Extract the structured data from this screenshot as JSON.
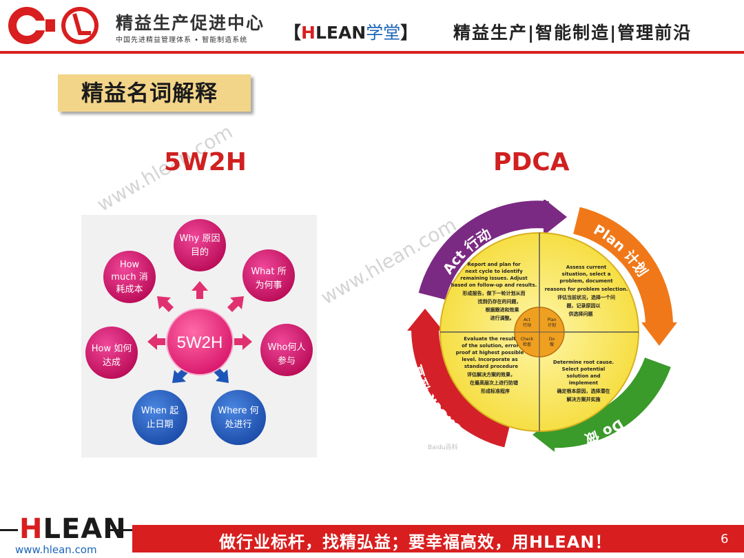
{
  "header": {
    "org_title": "精益生产促进中心",
    "org_subtitle": "中国先进精益管理体系 • 智能制造系统",
    "brand_open": "【",
    "brand_h": "H",
    "brand_rest": "LEAN",
    "brand_xt": "学堂",
    "brand_close": "】",
    "slogan_right": "精益生产|智能制造|管理前沿"
  },
  "section_tag": "精益名词解释",
  "watermark": "www.hlean.com",
  "w5h2": {
    "heading": "5W2H",
    "center": "5W2H",
    "bubbles": [
      {
        "en": "Why",
        "zh1": "原因",
        "zh2": "目的"
      },
      {
        "en": "What",
        "zh1": "所",
        "zh2": "为何事"
      },
      {
        "en": "Who",
        "zh1": "何人",
        "zh2": "参与"
      },
      {
        "en": "Where",
        "zh1": "何",
        "zh2": "处进行"
      },
      {
        "en": "When",
        "zh1": "起",
        "zh2": "止日期"
      },
      {
        "en": "How",
        "zh1": "如何",
        "zh2": "达成"
      },
      {
        "en": "How",
        "zh1": "much 消",
        "zh2": "耗成本"
      }
    ]
  },
  "pdca": {
    "heading": "PDCA",
    "arcs": {
      "act": "Act 行动",
      "plan": "Plan 计划",
      "do": "Do 做",
      "check": "Check 检查"
    },
    "quadrants": {
      "act": [
        "Report and plan for",
        "next cycle to identify",
        "remaining issues. Adjust",
        "based on follow-up and results.",
        "形成报告，做下一轮计划从而",
        "找到仍存在的问题，",
        "根据跟进和效果",
        "进行调整。"
      ],
      "plan": [
        "Assess current",
        "situation, select a",
        "problem, document",
        "reasons for problem selection.",
        "评估当前状况，选择一个问",
        "题，记录原因以",
        "供选择问题"
      ],
      "check": [
        "Evaluate the results",
        "of the solution, error-",
        "proof at highest possible",
        "level. Incorporate as",
        "standard procedure",
        "评估解决方案的效果，",
        "在最高层次上进行防错",
        "形成标准程序"
      ],
      "do": [
        "Determine root cause.",
        "Select potential",
        "solution and",
        "implement",
        "确定根本原因，选择潜在",
        "解决方案并实施"
      ]
    },
    "center": {
      "act": "Act",
      "act_zh": "行动",
      "plan": "Plan",
      "plan_zh": "计划",
      "check": "Check",
      "check_zh": "检查",
      "do": "Do",
      "do_zh": "做"
    },
    "credit": "Baidu百科"
  },
  "footer": {
    "logo_h": "H",
    "logo_rest": "LEAN",
    "url": "www.hlean.com",
    "slogan": "做行业标杆，找精弘益；要幸福高效，用HLEAN！",
    "page": "6"
  },
  "colors": {
    "brand_red": "#d81e1e",
    "act_purple": "#7b2a83",
    "plan_orange": "#f07818",
    "do_green": "#3a9a2a",
    "check_red": "#d42028",
    "tag_yellow": "#f3d589",
    "bubble_magenta": "#c8105a",
    "bubble_blue": "#1e55b8"
  }
}
